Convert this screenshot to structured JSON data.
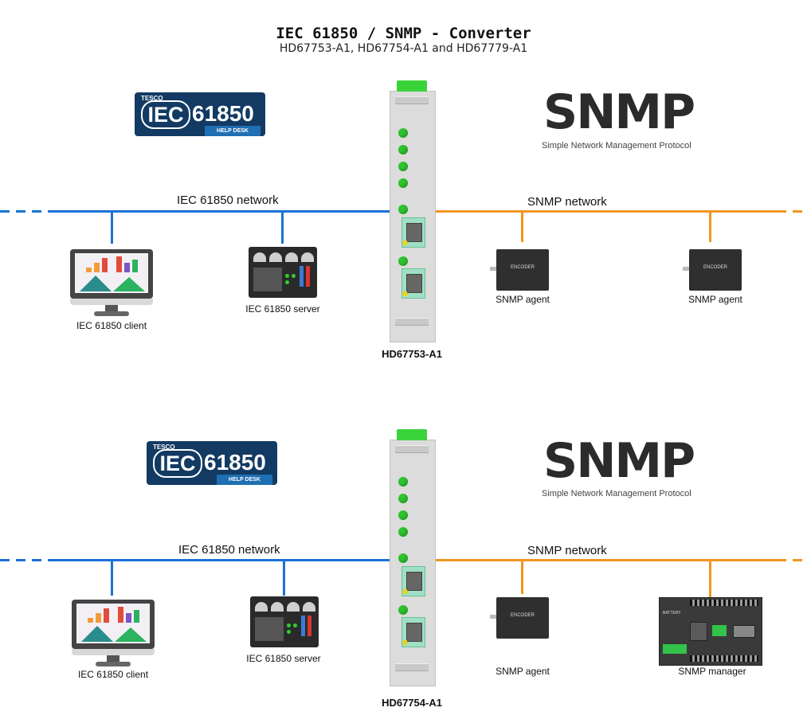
{
  "header": {
    "title": "IEC 61850 / SNMP - Converter",
    "subtitle": "HD67753-A1, HD67754-A1 and HD67779-A1"
  },
  "colors": {
    "iec_network": "#1b72d6",
    "snmp_network": "#f2951f",
    "converter_led": "#2ec42e"
  },
  "logos": {
    "iec": {
      "brand": "TESCO",
      "mark": "IEC",
      "number": "61850",
      "tagline": "HELP DESK"
    },
    "snmp": {
      "mark": "SNMP",
      "tagline": "Simple Network Management Protocol"
    }
  },
  "panels": [
    {
      "iec_network_label": "IEC 61850 network",
      "snmp_network_label": "SNMP network",
      "converter_label": "HD67753-A1",
      "client_label": "IEC 61850 client",
      "server_label": "IEC 61850 server",
      "right_devices": [
        {
          "type": "encoder",
          "label": "SNMP agent",
          "screen_text": "ENCODER"
        },
        {
          "type": "encoder",
          "label": "SNMP agent",
          "screen_text": "ENCODER"
        }
      ]
    },
    {
      "iec_network_label": "IEC 61850 network",
      "snmp_network_label": "SNMP network",
      "converter_label": "HD67754-A1",
      "client_label": "IEC 61850 client",
      "server_label": "IEC 61850 server",
      "right_devices": [
        {
          "type": "encoder",
          "label": "SNMP agent",
          "screen_text": "ENCODER"
        },
        {
          "type": "plc",
          "label": "SNMP manager",
          "screen_text": "BATTERY"
        }
      ]
    }
  ]
}
